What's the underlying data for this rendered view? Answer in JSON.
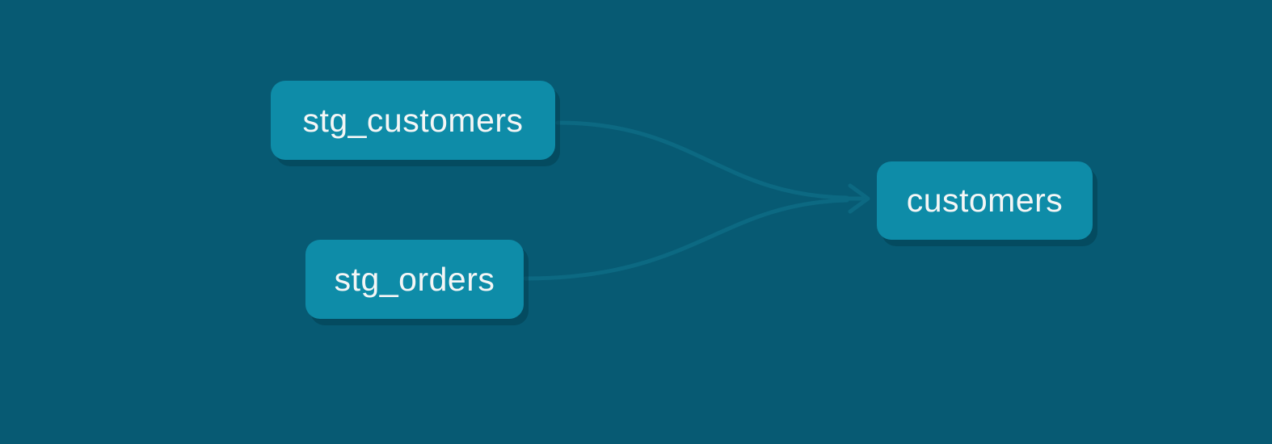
{
  "diagram": {
    "type": "lineage-graph",
    "nodes": [
      {
        "id": "stg_customers",
        "label": "stg_customers"
      },
      {
        "id": "stg_orders",
        "label": "stg_orders"
      },
      {
        "id": "customers",
        "label": "customers"
      }
    ],
    "edges": [
      {
        "from": "stg_customers",
        "to": "customers"
      },
      {
        "from": "stg_orders",
        "to": "customers"
      }
    ],
    "colors": {
      "background": "#075A73",
      "node_fill": "#0E8CA8",
      "edge": "#0C6982",
      "text": "#F4F6F6"
    }
  }
}
